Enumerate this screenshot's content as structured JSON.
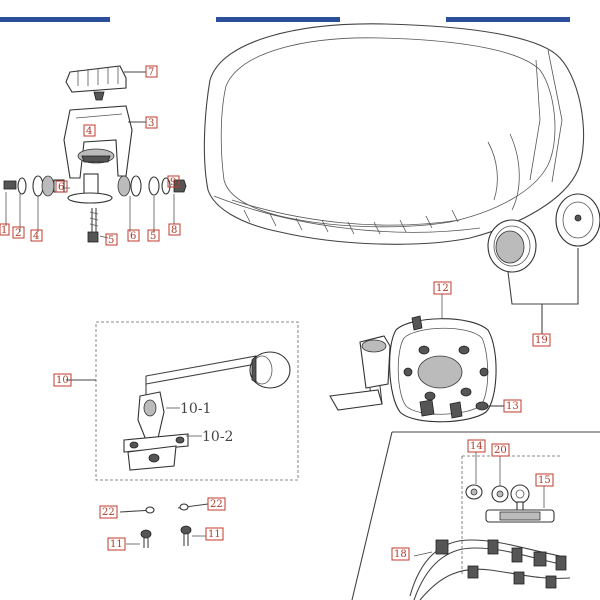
{
  "diagram": {
    "callouts": [
      {
        "id": "c7",
        "label": "7"
      },
      {
        "id": "c3",
        "label": "3"
      },
      {
        "id": "c4a",
        "label": "4"
      },
      {
        "id": "c6a",
        "label": "6"
      },
      {
        "id": "c1",
        "label": "1"
      },
      {
        "id": "c2",
        "label": "2"
      },
      {
        "id": "c4b",
        "label": "4"
      },
      {
        "id": "c5a",
        "label": "5"
      },
      {
        "id": "c6b",
        "label": "6"
      },
      {
        "id": "c5b",
        "label": "5"
      },
      {
        "id": "c8",
        "label": "8"
      },
      {
        "id": "c9",
        "label": "9"
      },
      {
        "id": "c12",
        "label": "12"
      },
      {
        "id": "c19",
        "label": "19"
      },
      {
        "id": "c10",
        "label": "10"
      },
      {
        "id": "c13",
        "label": "13"
      },
      {
        "id": "c14",
        "label": "14"
      },
      {
        "id": "c20",
        "label": "20"
      },
      {
        "id": "c15",
        "label": "15"
      },
      {
        "id": "c22a",
        "label": "22"
      },
      {
        "id": "c22b",
        "label": "22"
      },
      {
        "id": "c11a",
        "label": "11"
      },
      {
        "id": "c11b",
        "label": "11"
      },
      {
        "id": "c18",
        "label": "18"
      }
    ],
    "subpart_labels": {
      "p10_1": "10-1",
      "p10_2": "10-2"
    }
  },
  "colors": {
    "header_bar": "#2c4f9c",
    "callout": "#c0392b",
    "line": "#444444"
  }
}
